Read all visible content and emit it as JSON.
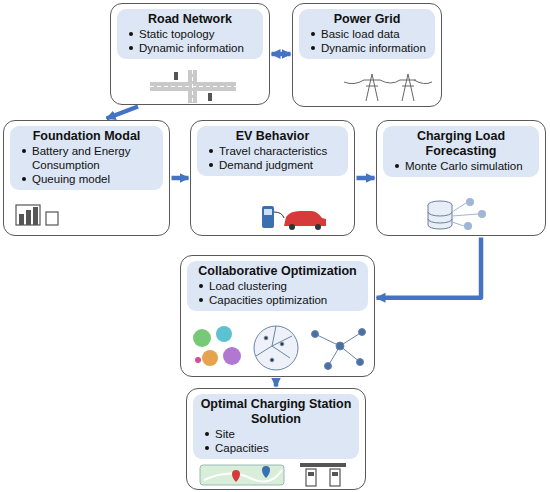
{
  "diagram": {
    "nodes": [
      {
        "text": [
          "Road Network",
          "Static topology",
          "Dynamic information"
        ]
      },
      {
        "text": [
          "Power Grid",
          "Basic load data",
          "Dynamic information"
        ]
      },
      {
        "text": [
          "Foundation Modal",
          "Battery and Energy Consumption",
          "Queuing model"
        ]
      },
      {
        "text": [
          "EV Behavior",
          "Travel characteristics",
          "Demand judgment"
        ]
      },
      {
        "text": [
          "Charging Load Forecasting",
          "Monte Carlo simulation"
        ]
      },
      {
        "text": [
          "Collaborative Optimization",
          "Load clustering",
          "Capacities optimization"
        ]
      },
      {
        "text": [
          "Optimal Charging Station Solution",
          "Site",
          "Capacities"
        ]
      }
    ],
    "edges": [
      {
        "from": 0,
        "to": 1,
        "arrow": "both"
      },
      {
        "from": 0,
        "to": 2,
        "arrow": "to"
      },
      {
        "from": 2,
        "to": 3,
        "arrow": "to"
      },
      {
        "from": 3,
        "to": 4,
        "arrow": "to"
      },
      {
        "from": 4,
        "to": 5,
        "arrow": "to"
      },
      {
        "from": 5,
        "to": 6,
        "arrow": "to"
      }
    ]
  }
}
